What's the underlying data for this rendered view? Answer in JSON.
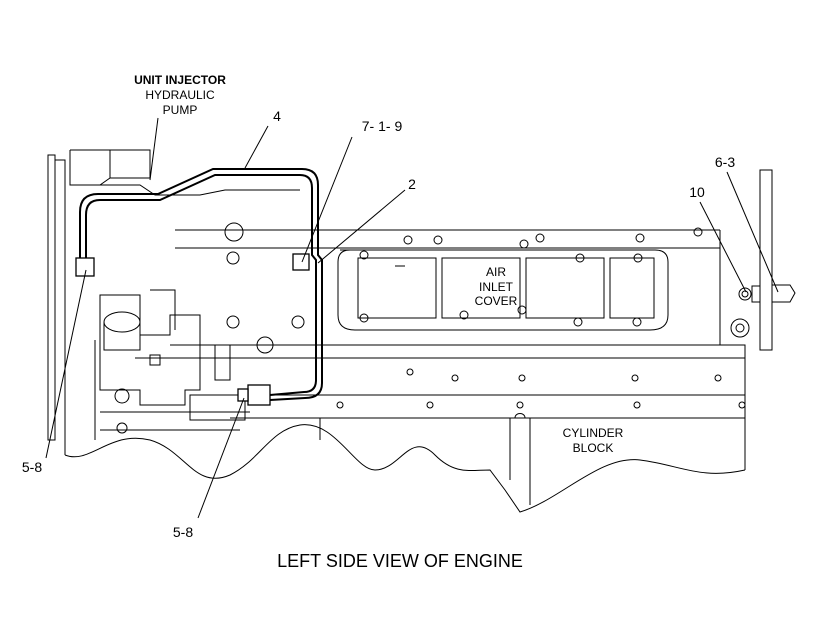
{
  "diagram": {
    "caption": "LEFT SIDE VIEW OF ENGINE",
    "components": {
      "pump": [
        "UNIT INJECTOR",
        "HYDRAULIC",
        "PUMP"
      ],
      "air_inlet_cover": [
        "AIR",
        "INLET",
        "COVER"
      ],
      "cylinder_block": [
        "CYLINDER",
        "BLOCK"
      ]
    },
    "callouts": {
      "c_4": "4",
      "c_7_1_9": "7- 1- 9",
      "c_2": "2",
      "c_6_3": "6-3",
      "c_10": "10",
      "c_5_8_left": "5-8",
      "c_5_8_bottom": "5-8"
    }
  }
}
